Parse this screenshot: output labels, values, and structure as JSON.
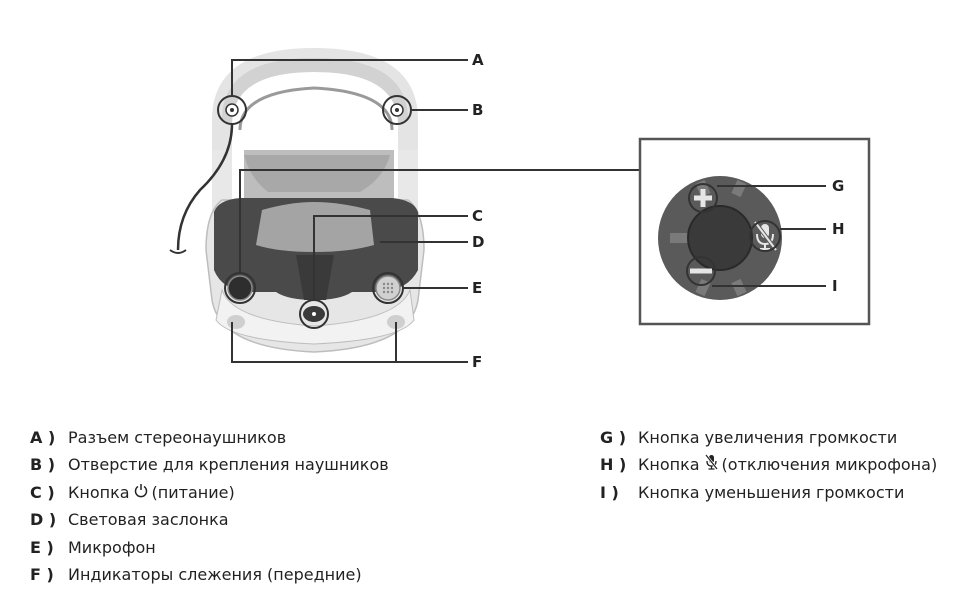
{
  "callouts": {
    "A": "A",
    "B": "B",
    "C": "C",
    "D": "D",
    "E": "E",
    "F": "F",
    "G": "G",
    "H": "H",
    "I": "I"
  },
  "legend": {
    "left": [
      {
        "key": "A )",
        "text": "Разъем стереонаушников"
      },
      {
        "key": "B )",
        "text": "Отверстие для крепления наушников"
      },
      {
        "key": "C )",
        "text_before": "Кнопка",
        "icon": "power-icon",
        "text_after": "(питание)"
      },
      {
        "key": "D )",
        "text": "Световая заслонка"
      },
      {
        "key": "E )",
        "text": "Микрофон"
      },
      {
        "key": "F )",
        "text": "Индикаторы слежения (передние)"
      }
    ],
    "right": [
      {
        "key": "G )",
        "text": "Кнопка увеличения громкости"
      },
      {
        "key": "H )",
        "text_before": "Кнопка",
        "icon": "mic-mute-icon",
        "text_after": "(отключения микрофона)"
      },
      {
        "key": "I )",
        "text": "Кнопка уменьшения громкости"
      }
    ]
  },
  "colors": {
    "line": "#333333",
    "dark_gray": "#4a4a4a",
    "mid_gray": "#9a9a9a",
    "light_gray": "#d6d6d6",
    "lighter_gray": "#ebebeb"
  }
}
